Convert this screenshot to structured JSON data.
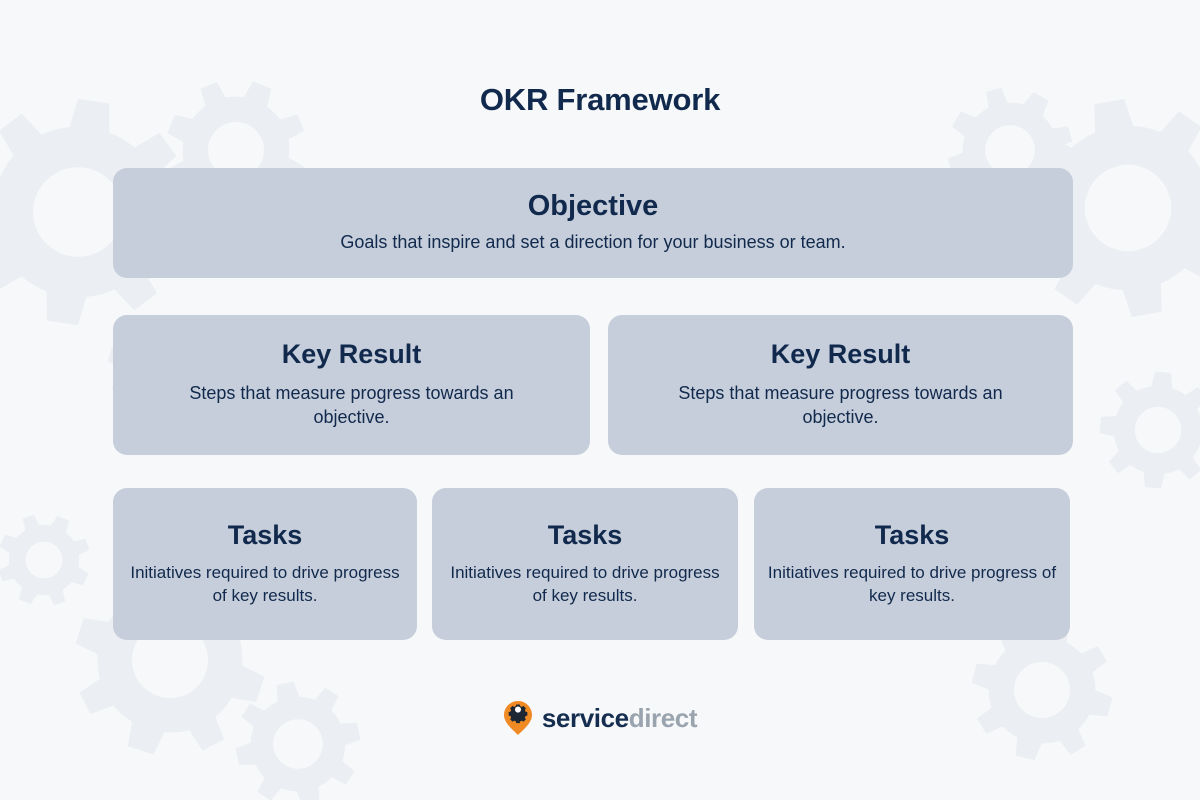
{
  "page": {
    "title": "OKR Framework",
    "background_color": "#f7f8fa",
    "card_color": "#c6cedb",
    "text_color": "#11294c",
    "accent_color": "#f08a24"
  },
  "tiers": {
    "objective": {
      "title": "Objective",
      "description": "Goals that inspire and set a direction for your business or team."
    },
    "key_results": [
      {
        "title": "Key Result",
        "description": "Steps that measure progress towards an objective."
      },
      {
        "title": "Key Result",
        "description": "Steps that measure progress towards an objective."
      }
    ],
    "tasks": [
      {
        "title": "Tasks",
        "description": "Initiatives required to drive progress of key results."
      },
      {
        "title": "Tasks",
        "description": "Initiatives required to drive progress of key results."
      },
      {
        "title": "Tasks",
        "description": "Initiatives required to drive progress of key results."
      }
    ]
  },
  "brand": {
    "icon": "location-pin-gear-icon",
    "word_primary": "service",
    "word_secondary": "direct",
    "pin_color": "#f08a24",
    "gear_color": "#1c2733"
  },
  "decoration": {
    "watermark_icon": "gear-icon",
    "watermark_color": "#eceff3"
  }
}
